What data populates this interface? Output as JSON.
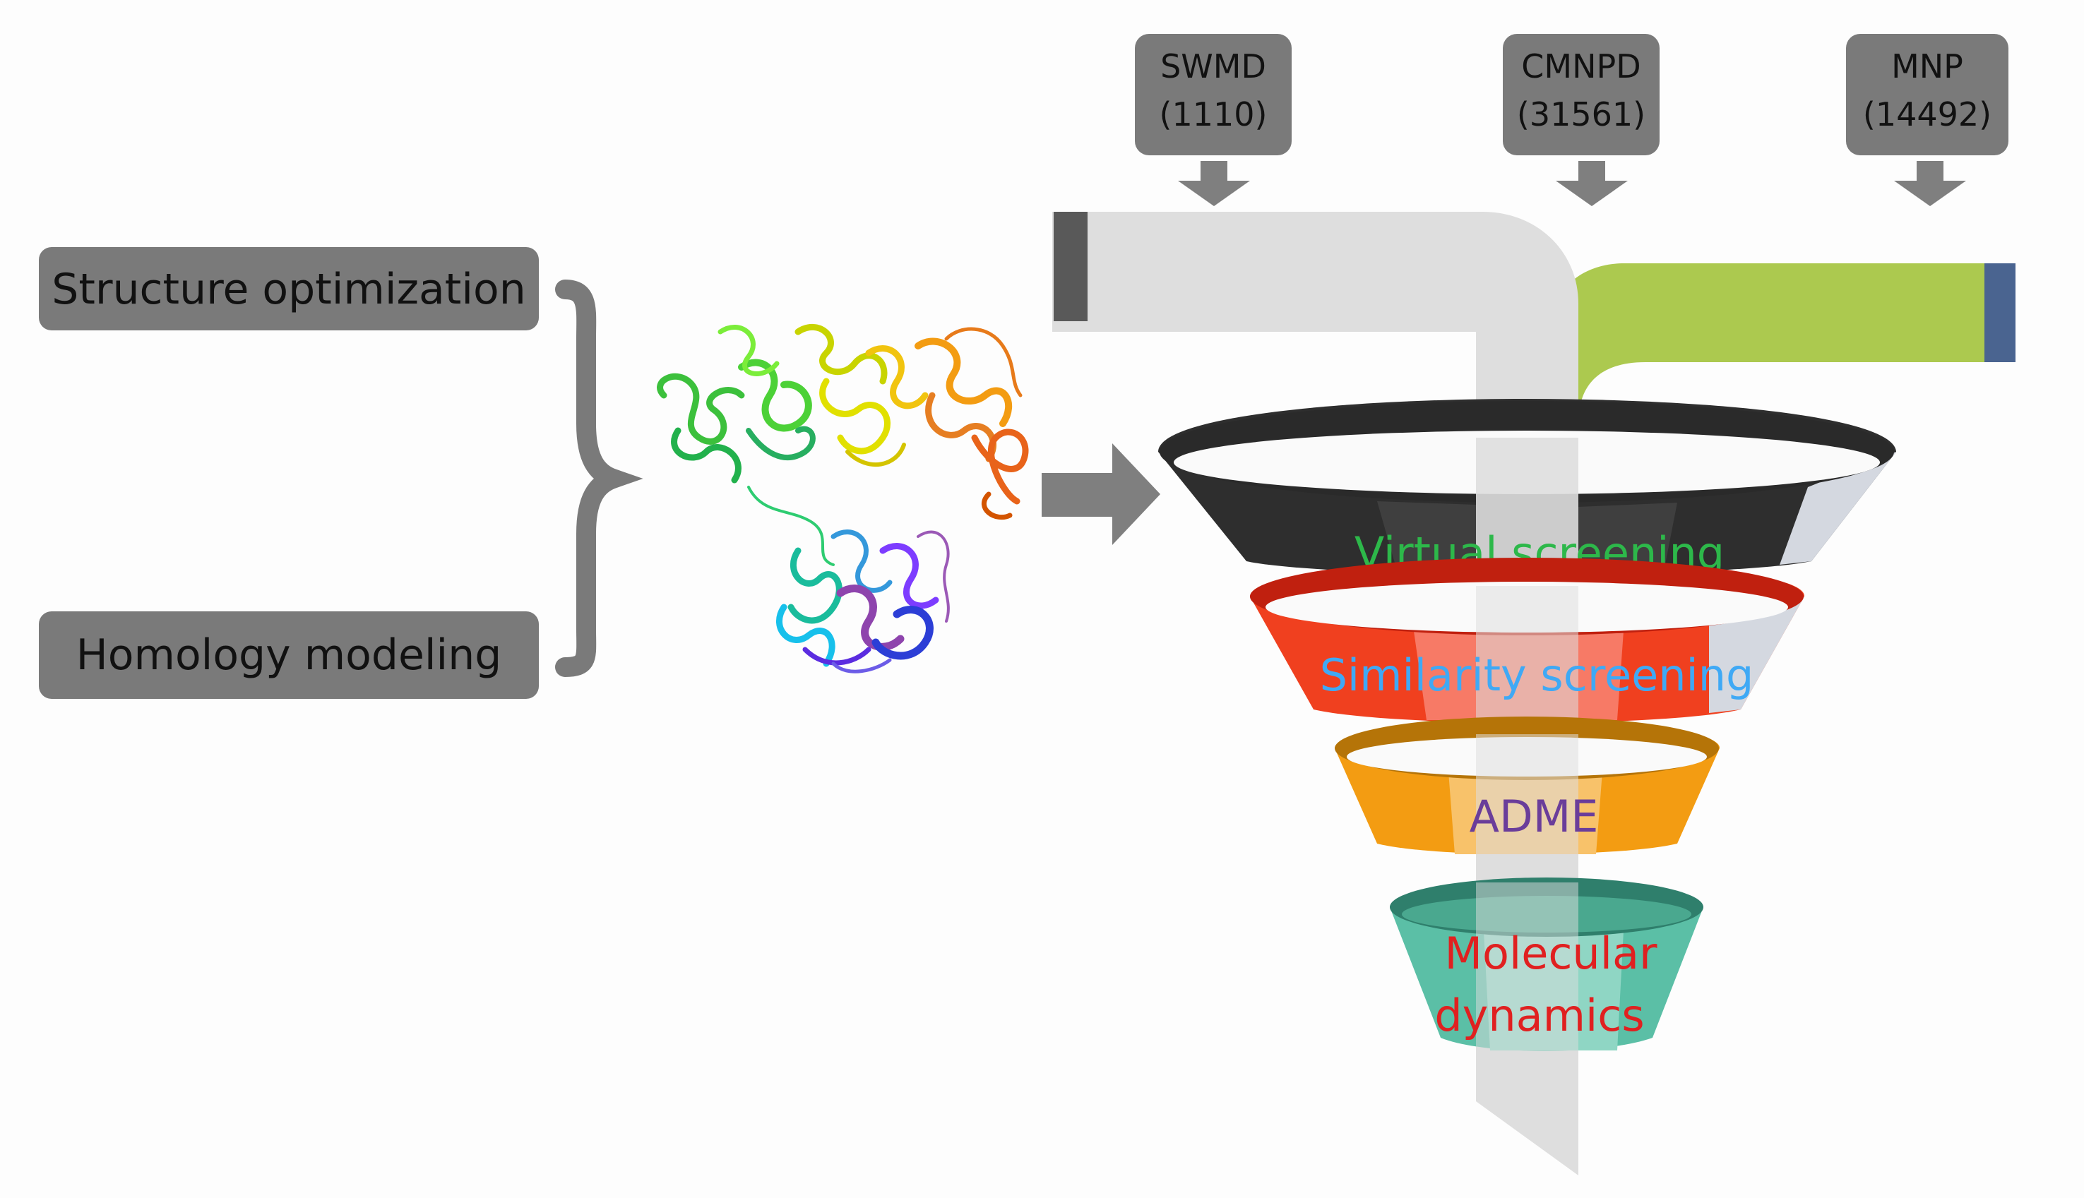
{
  "left_boxes": [
    {
      "label": "Structure optimization"
    },
    {
      "label": "Homology modeling"
    }
  ],
  "databases": [
    {
      "name": "SWMD",
      "count": "(1110)"
    },
    {
      "name": "CMNPD",
      "count": "(31561)"
    },
    {
      "name": "MNP",
      "count": "(14492)"
    }
  ],
  "funnel_stages": [
    {
      "label": "Virtual screening",
      "color": "#2db84a"
    },
    {
      "label": "Similarity screening",
      "color": "#3fa9f5"
    },
    {
      "label": "ADME",
      "color": "#6a3d9a"
    },
    {
      "label": "Molecular",
      "color": "#e02020"
    },
    {
      "label": "dynamics",
      "color": "#e02020"
    }
  ],
  "colors": {
    "box_gray": "#7a7a7a",
    "arrow_gray": "#7f7f7f",
    "pipe_gray": "#dedede",
    "pipe_green": "#acc94f",
    "stage1": "#2e2e2e",
    "stage2": "#f0401f",
    "stage3": "#f39c12",
    "stage4": "#5bbfa6"
  }
}
